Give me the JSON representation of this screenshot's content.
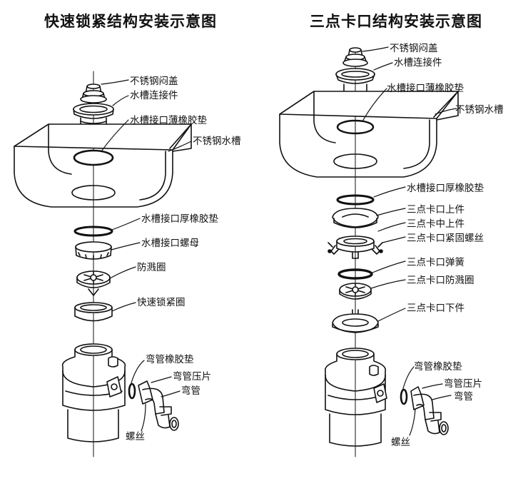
{
  "left": {
    "title": "快速锁紧结构安装示意图",
    "labels": {
      "cap": "不锈钢闷盖",
      "connector": "水槽连接件",
      "thin_gasket": "水槽接口薄橡胶垫",
      "sink": "不锈钢水槽",
      "thick_gasket": "水槽接口厚橡胶垫",
      "nut": "水槽接口螺母",
      "splash": "防溅圈",
      "lock_ring": "快速锁紧圈",
      "elbow_gasket": "弯管橡胶垫",
      "elbow_clamp": "弯管压片",
      "elbow": "弯管",
      "screw": "螺丝"
    }
  },
  "right": {
    "title": "三点卡口结构安装示意图",
    "labels": {
      "cap": "不锈钢闷盖",
      "connector": "水槽连接件",
      "thin_gasket": "水槽接口薄橡胶垫",
      "sink": "不锈钢水槽",
      "thick_gasket": "水槽接口厚橡胶垫",
      "upper": "三点卡口上件",
      "middle_upper": "三点卡中上件",
      "screws": "三点卡口紧固螺丝",
      "spring": "三点卡口弹簧",
      "splash": "三点卡口防溅圈",
      "lower": "三点卡口下件",
      "elbow_gasket": "弯管橡胶垫",
      "elbow_clamp": "弯管压片",
      "elbow": "弯管",
      "screw": "螺丝"
    }
  }
}
